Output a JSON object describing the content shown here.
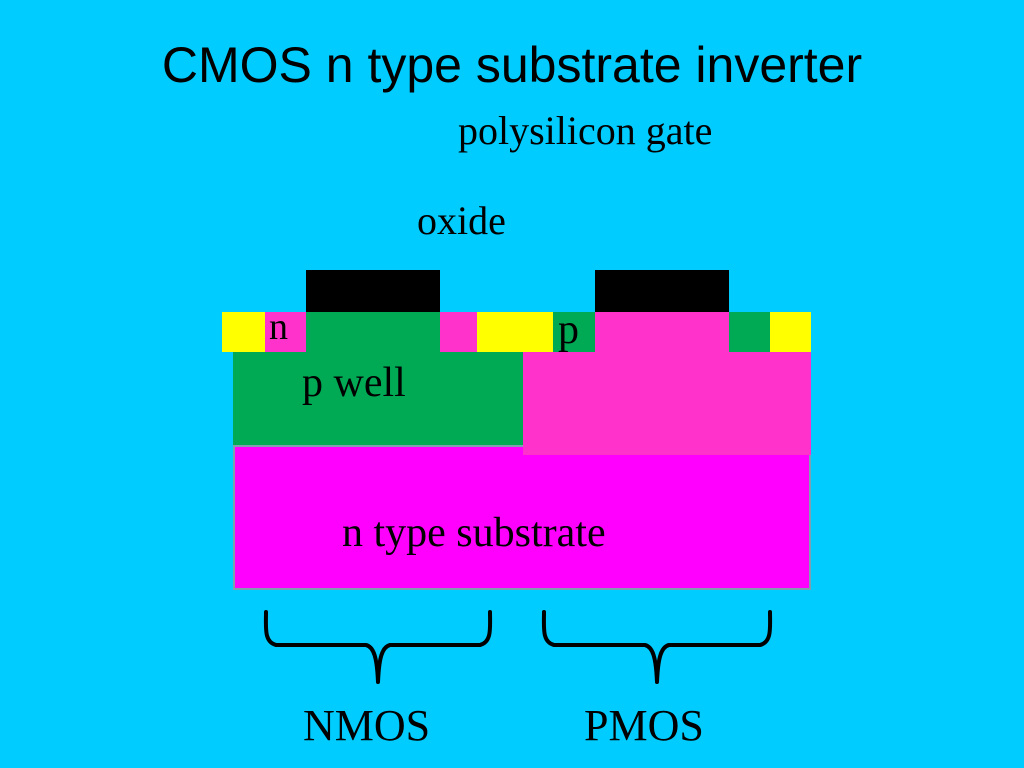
{
  "title": "CMOS n type substrate inverter",
  "labels": {
    "polysilicon_gate": "polysilicon gate",
    "oxide": "oxide",
    "n_diffusion": "n",
    "p_diffusion": "p",
    "p_well": "p well",
    "substrate": "n type substrate",
    "nmos": "NMOS",
    "pmos": "PMOS"
  },
  "colors": {
    "background": "#00CCFF",
    "substrate": "#FF00FF",
    "p_well": "#00AA55",
    "n_region": "#FF33CC",
    "oxide": "#FFFF00",
    "polysilicon": "#000000",
    "brace": "#000000"
  }
}
